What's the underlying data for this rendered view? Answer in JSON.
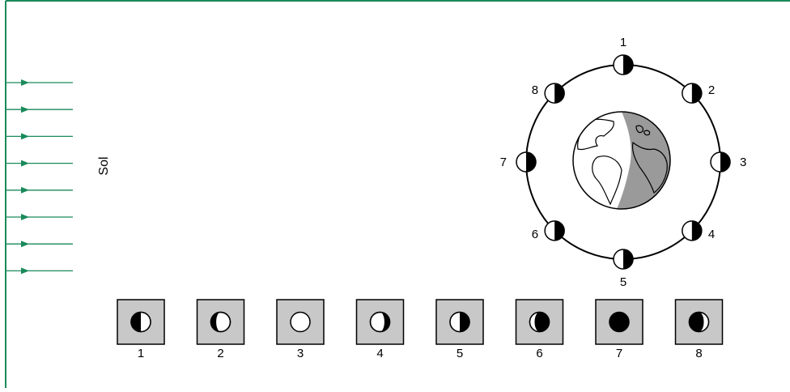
{
  "sun_label": "Sol",
  "colors": {
    "frame": "#1a8a5a",
    "arrow": "#1a8a5a",
    "box_fill": "#c8c8c8",
    "earth_light": "#ffffff",
    "earth_dark": "#9a9a9a",
    "moon_dark": "#000000"
  },
  "sun_rays_count": 8,
  "orbit": {
    "positions": [
      {
        "label": "1",
        "shadow": "east"
      },
      {
        "label": "2",
        "shadow": "east"
      },
      {
        "label": "3",
        "shadow": "east"
      },
      {
        "label": "4",
        "shadow": "east"
      },
      {
        "label": "5",
        "shadow": "east"
      },
      {
        "label": "6",
        "shadow": "east"
      },
      {
        "label": "7",
        "shadow": "east"
      },
      {
        "label": "8",
        "shadow": "east"
      }
    ]
  },
  "phases": [
    {
      "label": "1",
      "phase": "first-quarter"
    },
    {
      "label": "2",
      "phase": "waxing-gibbous"
    },
    {
      "label": "3",
      "phase": "full"
    },
    {
      "label": "4",
      "phase": "waning-gibbous"
    },
    {
      "label": "5",
      "phase": "last-quarter"
    },
    {
      "label": "6",
      "phase": "waning-crescent"
    },
    {
      "label": "7",
      "phase": "new"
    },
    {
      "label": "8",
      "phase": "waxing-crescent"
    }
  ]
}
